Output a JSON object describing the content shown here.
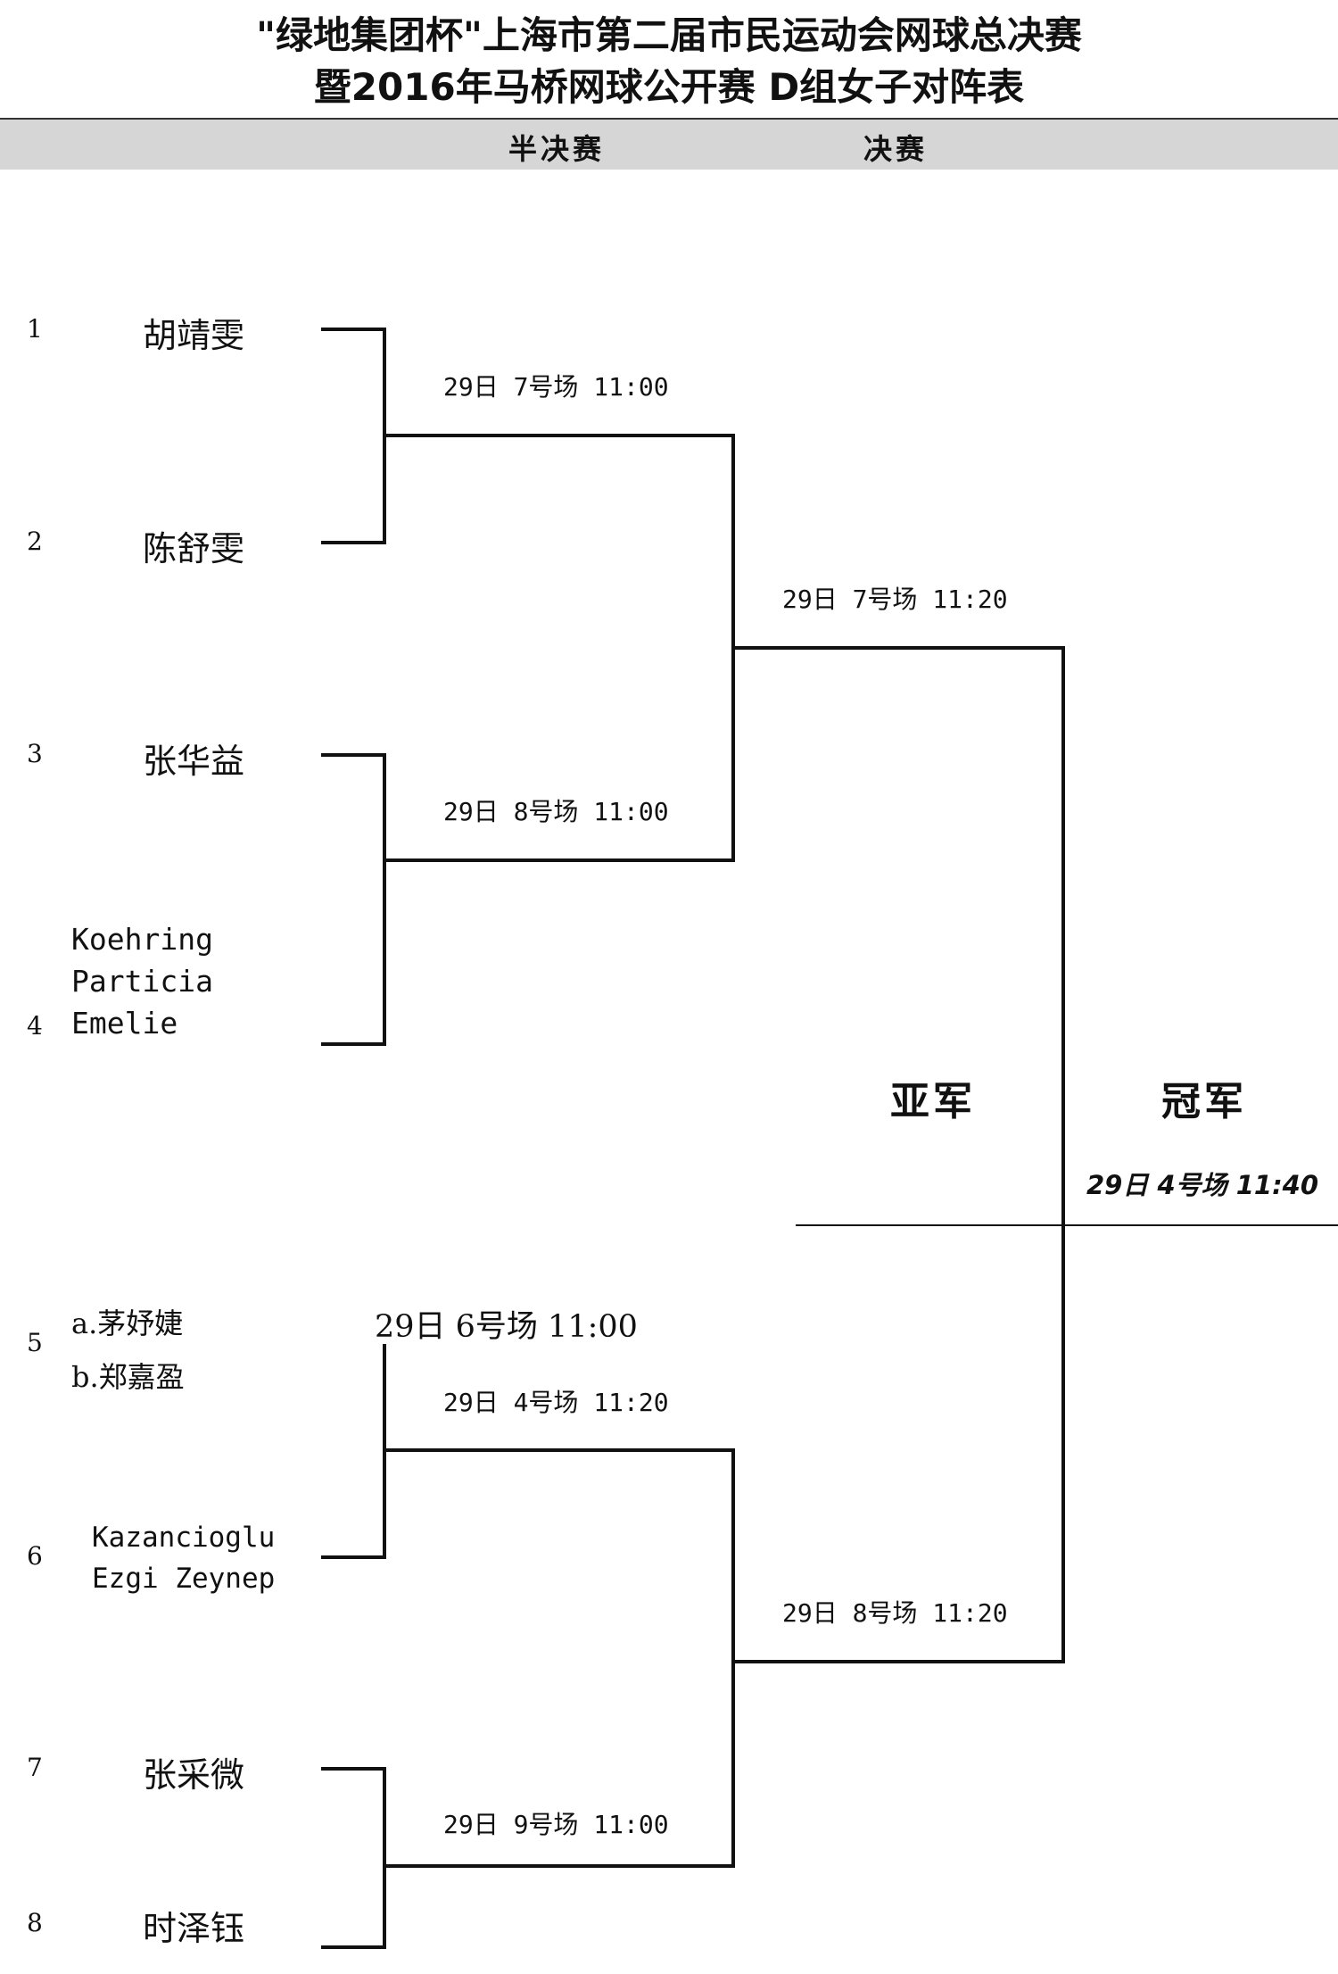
{
  "header": {
    "title_line1": "\"绿地集团杯\"上海市第二届市民运动会网球总决赛",
    "title_line2": "暨2016年马桥网球公开赛    D组女子对阵表"
  },
  "rounds": {
    "semifinal": "半决赛",
    "final": "决赛"
  },
  "players": [
    {
      "seed": "1",
      "name": "胡靖雯"
    },
    {
      "seed": "2",
      "name": "陈舒雯"
    },
    {
      "seed": "3",
      "name": "张华益"
    },
    {
      "seed": "4",
      "lines": [
        "Koehring",
        "Particia",
        "Emelie"
      ]
    },
    {
      "seed": "5",
      "lines": [
        "a.茅妤婕",
        "b.郑嘉盈"
      ]
    },
    {
      "seed": "6",
      "lines": [
        "Kazancioglu",
        "Ezgi Zeynep"
      ]
    },
    {
      "seed": "7",
      "name": "张采微"
    },
    {
      "seed": "8",
      "name": "时泽钰"
    }
  ],
  "matches": {
    "r1_m1": "29日 7号场 11:00",
    "r1_m2": "29日 8号场 11:00",
    "r1_m3": "29日 4号场 11:20",
    "r1_m4": "29日 9号场 11:00",
    "sf_top": "29日 7号场 11:20",
    "sf_bottom": "29日 8号场 11:20",
    "extra_schedule": "29日 6号场 11:00",
    "final_time": "29日 4号场 11:40"
  },
  "results": {
    "runner_up_label": "亚军",
    "champion_label": "冠军"
  }
}
